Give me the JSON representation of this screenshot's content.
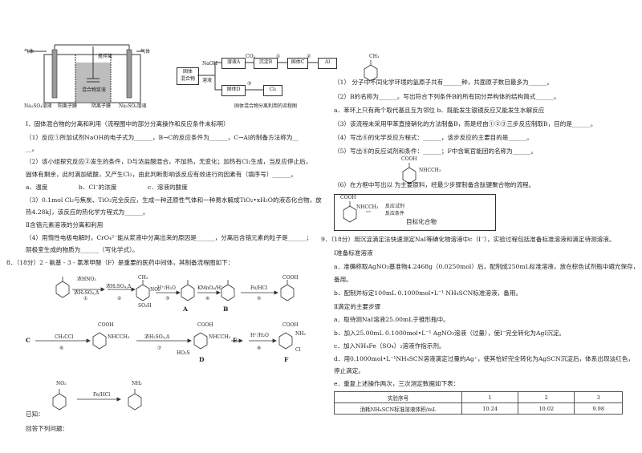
{
  "figure": {
    "electrolysis": {
      "gas_left": "气体",
      "gas_right": "气体",
      "stirrer": "搅拌桨",
      "slurry": "混合物浆液",
      "solution_left": "Na₂SO₄溶液",
      "solution_right": "Na₂SO₄溶液",
      "membrane_left": "阳离子膜",
      "membrane_right": "阴离子膜"
    },
    "flow": {
      "start": "固体\n混合物",
      "naoh": "NaOH",
      "solution": "溶液",
      "box_a": "溶液A",
      "co2": "CO₂",
      "box_b": "沉淀B",
      "circle1": "①",
      "box_c": "固体C",
      "circle2": "②",
      "box_al": "Al",
      "box_d": "固体D",
      "circle3": "③",
      "box_cl2": "Cl₂",
      "caption": "固体混合物分离利用的流程图"
    }
  },
  "left": {
    "section1": "Ⅰ．固体混合物的分离和利用（流程图中的部分分离操作和反应条件未标明）",
    "q1": "（1）反应①所加试剂NaOH的电子式为______，B→C的反应条件为______，C→Al的制备方法称为__",
    "q1b": "__。",
    "q2a": "（2）该小组探究反应②发生的条件，D与浓盐酸混合，不加热，无变化；加热有Cl₂生成，当反应停止后，",
    "q2b": "固体有剩余，此时滴加硫酸，又产生Cl₂，由此判断影响该反应有效进行的因素有（填序号）______。",
    "q2opts": "a．温度                b．Cl⁻的浓度                c．溶液的酸度",
    "q3a": "（3）0.1mol Cl₂与焦炭、TiO₂完全反应，生成一种还原性气体和一种易水解成TiO₂•xH₂O的液态化合物，放",
    "q3b": "热4.28kJ，该反应的热化学方程式为______。",
    "section2": "Ⅱ含铬元素溶液的分离和利用",
    "q4a": "（4）用惰性电极电解时，CrO₄²⁻能从浆液中分离出来的原因是______，分离后含铬元素的粒子是______；",
    "q4b": "阴极室生成的物质为______（写化学式）。",
    "q8title": "8．（18分）2 - 氨基 - 3 - 氯苯甲酸（F）是重要的医药中间体，其制备流程图如下：",
    "scheme": {
      "r1_top": "浓HNO₃",
      "r1_bot": "浓H₂SO₄,Δ",
      "r1_num": "①",
      "r2": "浓H₂SO₄,Δ",
      "r2_num": "②",
      "r3": "H⁺/H₂O",
      "r3_num": "③",
      "r4": "KMnO₄/H⁺",
      "r4_num": "④",
      "r5": "Fe/HCl",
      "r5_num": "⑤",
      "r6": "CH₃CCl",
      "r6_num": "⑥",
      "r7": "浓H₂SO₄,Δ",
      "r7_num": "⑦",
      "r8": "H⁺/H₂O",
      "r8_num": "⑧",
      "label_A": "A",
      "label_B": "B",
      "label_C": "C",
      "label_D": "D",
      "label_E": "E",
      "label_F": "F",
      "g_ch3": "CH₃",
      "g_no2": "NO₂",
      "g_so3h": "SO₃H",
      "g_hso3": "HO₃S",
      "g_cooh": "COOH",
      "g_nhcch3": "NHCCH₃",
      "g_nh2": "NH₂",
      "g_cl": "Cl",
      "g_o": "O"
    },
    "known_label": "已知：",
    "known_no2": "NO₂",
    "known_reagent": "Fe/HCl",
    "known_nh2": "NH₂",
    "answer_label": "回答下列问题："
  },
  "right": {
    "toluene_ch3": "CH₃",
    "q1": "（1）          分子中不同化学环境的氢原子共有______种，共面原子数目最多为______。",
    "q2": "（2）B的名称为______。写出符合下列条件B的所有同分异构体的结构简式______。",
    "q2opts": "a．苯环上只有两个取代基且互为邻位          b．既能发生银镜反应又能发生水解反应",
    "q3": "（3）该流程未采用甲苯直接硝化的方法制备B，而是经由①②③三步反应制取B，目的是______。",
    "q4": "（4）写出⑥的化学反应方程式：______，该步反应的主要目的是______。",
    "q5": "（5）写出⑧的反应试剂和条件：______；F中含氧官能团的名称为______。",
    "q6": "（6）在方框中写出以                              为主要原料，经最少步骤制备含肽键聚合物的流程。",
    "q6_cooh": "COOH",
    "q6_nh": "NHCCH₃",
    "q6_o": "O",
    "box_cooh": "COOH",
    "box_nh": "NHCCH₃",
    "box_reagent": "反应试剂",
    "box_cond": "反应条件",
    "box_target": "目标化合物",
    "q9title": "9．（18分）用沉淀滴定法快速测定NaI等碘化物溶液中c（I⁻），实验过程包括准备标准溶液和滴定待测溶液。",
    "p1": "Ⅰ准备标准溶液",
    "a": "a．准确称取AgNO₃基准物4.2468g（0.0250mol）后，配制成250mL标准溶液，放在棕色试剂瓶中避光保存，",
    "a2": "备用。",
    "b": "b．配制并标定100mL 0.1000mol•L⁻¹ NH₄SCN标准溶液，备用。",
    "p2": "Ⅱ滴定的主要步骤",
    "s_a": "a．取待测NaI溶液25.00mL于锥形瓶中。",
    "s_b": "b．加入25.00mL 0.1000mol•L⁻¹ AgNO₃溶液（过量），使I⁻完全转化为AgI沉淀。",
    "s_c": "c．加入NH₄Fe（SO₄）₂溶液作指示剂。",
    "s_d": "d．用0.1000mol•L⁻¹NH₄SCN溶液滴定过量的Ag⁺，使其恰好完全转化为AgSCN沉淀后，体系出现淡红色，",
    "s_d2": "停止滴定。",
    "s_e": "e．重复上述操作两次，三次测定数据如下表：",
    "table": {
      "header": [
        "实验序号",
        "1",
        "2",
        "3"
      ],
      "row": [
        "消耗NH₄SCN标准溶液体积/mL",
        "10.24",
        "10.02",
        "9.98"
      ]
    }
  }
}
